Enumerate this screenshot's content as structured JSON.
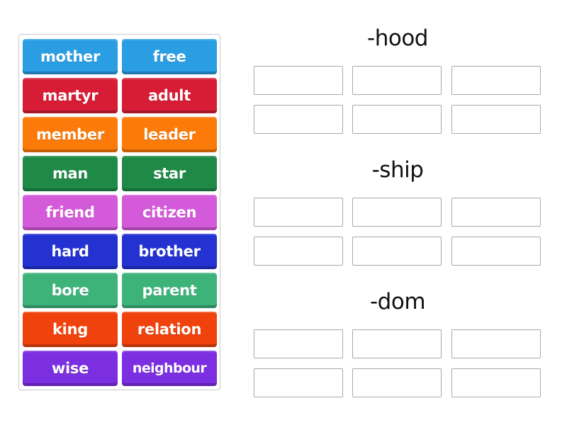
{
  "tiles": [
    {
      "label": "mother",
      "color": "#2a9de3"
    },
    {
      "label": "free",
      "color": "#2a9de3"
    },
    {
      "label": "martyr",
      "color": "#d71d35"
    },
    {
      "label": "adult",
      "color": "#d71d35"
    },
    {
      "label": "member",
      "color": "#fb7a0a"
    },
    {
      "label": "leader",
      "color": "#fb7a0a"
    },
    {
      "label": "man",
      "color": "#1f8a47"
    },
    {
      "label": "star",
      "color": "#1f8a47"
    },
    {
      "label": "friend",
      "color": "#d35ad8"
    },
    {
      "label": "citizen",
      "color": "#d35ad8"
    },
    {
      "label": "hard",
      "color": "#2332d0"
    },
    {
      "label": "brother",
      "color": "#2332d0"
    },
    {
      "label": "bore",
      "color": "#3db37a"
    },
    {
      "label": "parent",
      "color": "#3db37a"
    },
    {
      "label": "king",
      "color": "#f0420c"
    },
    {
      "label": "relation",
      "color": "#f0420c"
    },
    {
      "label": "wise",
      "color": "#7c2fe0"
    },
    {
      "label": "neighbour",
      "color": "#7c2fe0"
    }
  ],
  "groups": [
    {
      "title": "-hood",
      "slots": 6
    },
    {
      "title": "-ship",
      "slots": 6
    },
    {
      "title": "-dom",
      "slots": 6
    }
  ]
}
